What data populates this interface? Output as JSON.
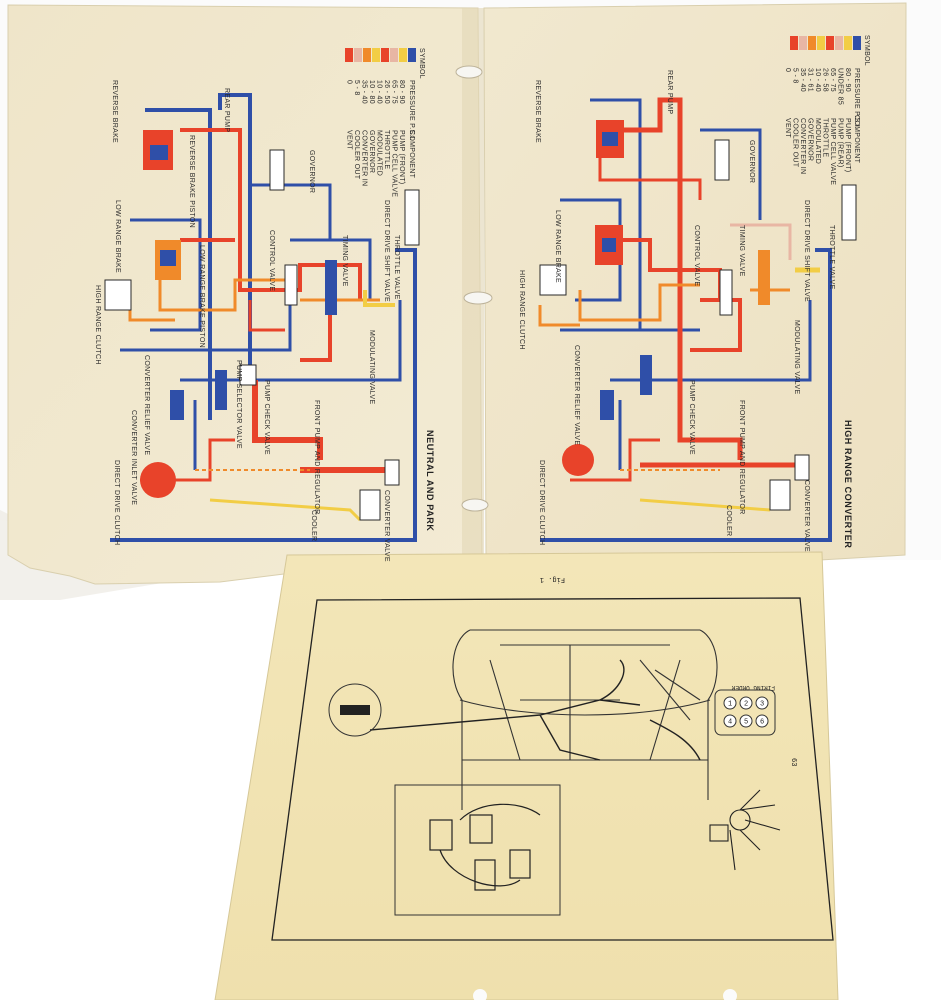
{
  "photo": {
    "background": "#fbfbfb",
    "paper_color": "#f1e8cf",
    "bottom_paper_color": "#f3e7bd",
    "colors": {
      "pressure_red": "#e8432a",
      "pressure_blue": "#2f4fa8",
      "pressure_orange": "#f08a2a",
      "pressure_yellow": "#f2cd45",
      "pressure_pink": "#e8b6a4",
      "line_ink": "#2a2a2a"
    }
  },
  "left_sheet": {
    "title": "NEUTRAL AND PARK",
    "symbol_header": "SYMBOL",
    "pressure_header": "PRESSURE P.S.I.",
    "component_header": "COMPONENT",
    "legend_rows": [
      {
        "component": "PUMP (FRONT)",
        "pressure": "80 - 90"
      },
      {
        "component": "PUMP CELL VALVE",
        "pressure": "65 - 75"
      },
      {
        "component": "THROTTLE",
        "pressure": "26 - 50"
      },
      {
        "component": "MODULATED",
        "pressure": "10 - 40"
      },
      {
        "component": "GOVERNOR",
        "pressure": "10 - 80"
      },
      {
        "component": "CONVERTER IN",
        "pressure": "35 - 40"
      },
      {
        "component": "COOLER OUT",
        "pressure": "5 - 8"
      },
      {
        "component": "VENT",
        "pressure": "0"
      }
    ],
    "labels": {
      "reverse_brake": "REVERSE BRAKE",
      "reverse_brake_piston": "REVERSE BRAKE PISTON",
      "low_range_brake": "LOW RANGE BRAKE",
      "low_range_brake_piston": "LOW RANGE BRAKE PISTON",
      "rear_pump": "REAR PUMP",
      "governor": "GOVERNOR",
      "control_valve": "CONTROL VALVE",
      "timing_valve": "TIMING VALVE",
      "direct_drive_shift_valve": "DIRECT DRIVE SHIFT VALVE",
      "throttle_valve": "THROTTLE VALVE",
      "high_range_clutch": "HIGH RANGE CLUTCH",
      "converter_relief_valve": "CONVERTER RELIEF VALVE",
      "modulating_valve": "MODULATING VALVE",
      "converter_inlet_valve": "CONVERTER INLET VALVE",
      "pump_selector_valve": "PUMP SELECTOR VALVE",
      "pump_check_valve": "PUMP CHECK VALVE",
      "front_pump_regulator": "FRONT PUMP AND REGULATOR",
      "direct_drive_clutch": "DIRECT DRIVE CLUTCH",
      "converter_valve": "CONVERTER VALVE",
      "cooler": "COOLER"
    }
  },
  "right_sheet": {
    "title": "HIGH RANGE CONVERTER",
    "symbol_header": "SYMBOL",
    "pressure_header": "PRESSURE P.S.I.",
    "component_header": "COMPONENT",
    "legend_rows": [
      {
        "component": "PUMP (FRONT)",
        "pressure": "80 - 90"
      },
      {
        "component": "PUMP (REAR)",
        "pressure": "UNDER 85"
      },
      {
        "component": "PUMP CELL VALVE",
        "pressure": "65 - 75"
      },
      {
        "component": "THROTTLE",
        "pressure": "26 - 58"
      },
      {
        "component": "MODULATED",
        "pressure": "10 - 40"
      },
      {
        "component": "GOVERNOR",
        "pressure": "31 - 61"
      },
      {
        "component": "CONVERTER IN",
        "pressure": "35 - 40"
      },
      {
        "component": "COOLER OUT",
        "pressure": "5 - 8"
      },
      {
        "component": "VENT",
        "pressure": "0"
      }
    ],
    "labels": {
      "reverse_brake": "REVERSE BRAKE",
      "rear_pump": "REAR PUMP",
      "governor": "GOVERNOR",
      "low_range_brake": "LOW RANGE BRAKE",
      "control_valve": "CONTROL VALVE",
      "timing_valve": "TIMING VALVE",
      "direct_drive_shift_valve": "DIRECT DRIVE SHIFT VALVE",
      "throttle_valve": "THROTTLE VALVE",
      "high_range_clutch": "HIGH RANGE CLUTCH",
      "modulating_valve": "MODULATING VALVE",
      "converter_relief_valve": "CONVERTER RELIEF VALVE",
      "pump_check_valve": "PUMP CHECK VALVE",
      "direct_drive_clutch": "DIRECT DRIVE CLUTCH",
      "front_pump_regulator": "FRONT PUMP AND REGULATOR",
      "converter_valve": "CONVERTER VALVE",
      "cooler": "COOLER"
    }
  },
  "bottom_sheet": {
    "fig_label": "Fig. 1",
    "page_number": "63",
    "firing_order": "FIRING ORDER",
    "cylinder_numbers": [
      "1",
      "2",
      "3",
      "4",
      "5",
      "6"
    ]
  }
}
